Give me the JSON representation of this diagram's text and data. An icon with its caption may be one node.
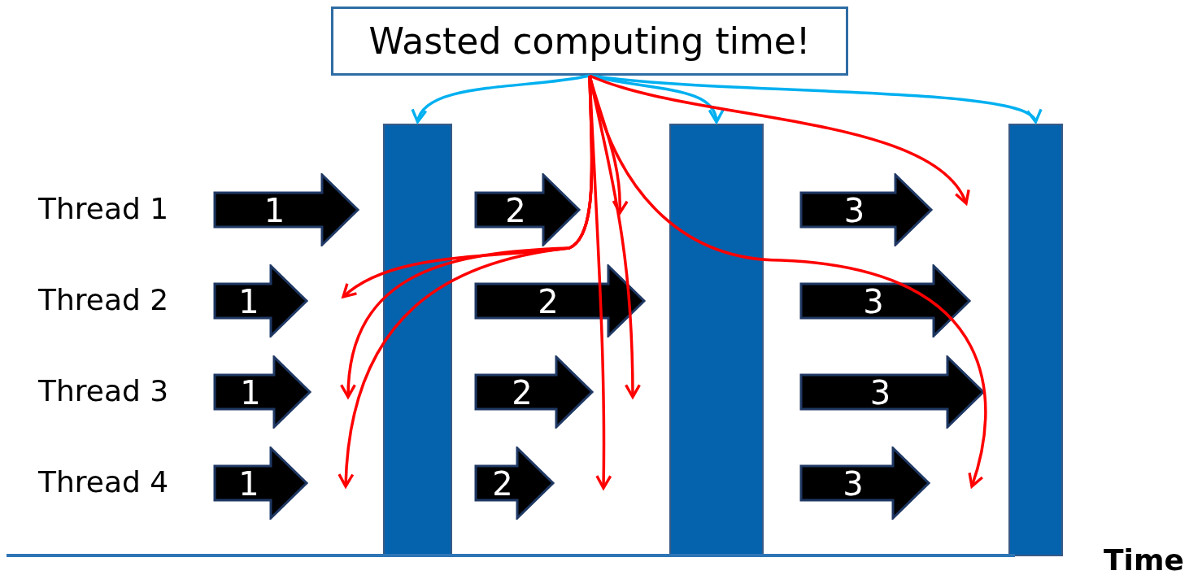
{
  "diagram": {
    "nodes": [
      {
        "text": [
          "Wasted computing time!"
        ]
      },
      {
        "text": [],
        "shape": "bar"
      },
      {
        "text": [],
        "shape": "bar"
      },
      {
        "text": [],
        "shape": "bar"
      },
      {
        "text": [
          "1"
        ]
      },
      {
        "text": [
          "2"
        ]
      },
      {
        "text": [
          "3"
        ]
      },
      {
        "text": [
          "1"
        ]
      },
      {
        "text": [
          "2"
        ]
      },
      {
        "text": [
          "3"
        ]
      },
      {
        "text": [
          "1"
        ]
      },
      {
        "text": [
          "2"
        ]
      },
      {
        "text": [
          "3"
        ]
      },
      {
        "text": [
          "1"
        ]
      },
      {
        "text": [
          "2"
        ]
      },
      {
        "text": [
          "3"
        ]
      }
    ],
    "edges": [
      {
        "from": 0,
        "to": 1,
        "arrow": "to",
        "color": "#00b0f0"
      },
      {
        "from": 0,
        "to": 2,
        "arrow": "to",
        "color": "#00b0f0"
      },
      {
        "from": 0,
        "to": 3,
        "arrow": "to",
        "color": "#00b0f0"
      },
      {
        "from": 0,
        "to": null,
        "arrow": "to"
      },
      {
        "from": 0,
        "to": null,
        "arrow": "to"
      },
      {
        "from": 0,
        "to": null,
        "arrow": "to"
      },
      {
        "from": 0,
        "to": null,
        "arrow": "to"
      },
      {
        "from": 0,
        "to": null,
        "arrow": "to"
      },
      {
        "from": 0,
        "to": null,
        "arrow": "to"
      },
      {
        "from": 0,
        "to": null,
        "arrow": "to"
      },
      {
        "from": 0,
        "to": null,
        "arrow": "to"
      }
    ],
    "labels": [
      "Thread 1",
      "Thread 2",
      "Thread 3",
      "Thread 4",
      "Time"
    ]
  }
}
